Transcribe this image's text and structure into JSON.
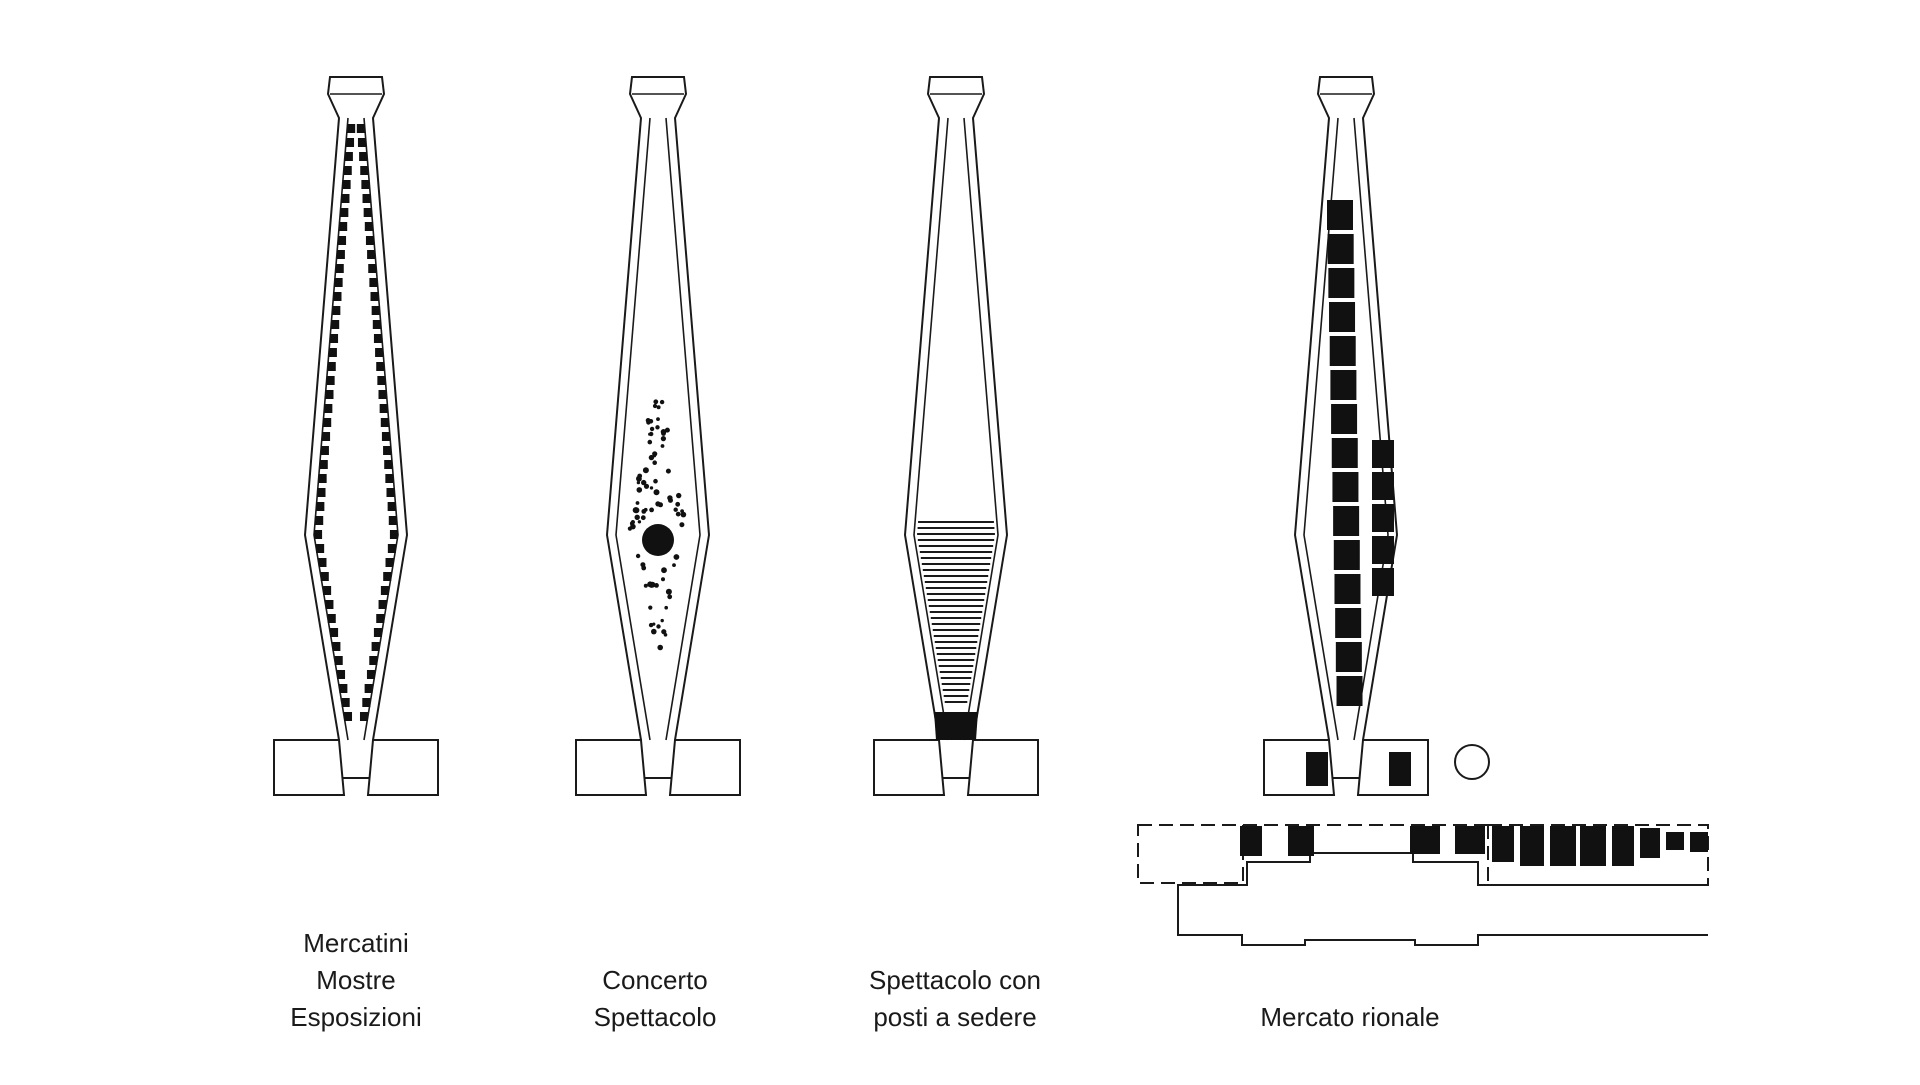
{
  "palette": {
    "background": "#ffffff",
    "ink": "#1a1a1a",
    "fill": "#111111"
  },
  "panels": [
    {
      "id": "mercatini",
      "caption_lines": [
        "Mercatini",
        "Mostre",
        "Esposizioni"
      ],
      "layout": "stalls-along-both-walls"
    },
    {
      "id": "concerto",
      "caption_lines": [
        "Concerto",
        "Spettacolo"
      ],
      "layout": "central-stage-with-crowd"
    },
    {
      "id": "spettacolo-posti",
      "caption_lines": [
        "Spettacolo con",
        "posti a sedere"
      ],
      "layout": "rows-of-seats"
    },
    {
      "id": "mercato-rionale",
      "caption_lines": [
        "Mercato rionale"
      ],
      "layout": "market-stalls-and-street-stalls"
    }
  ]
}
